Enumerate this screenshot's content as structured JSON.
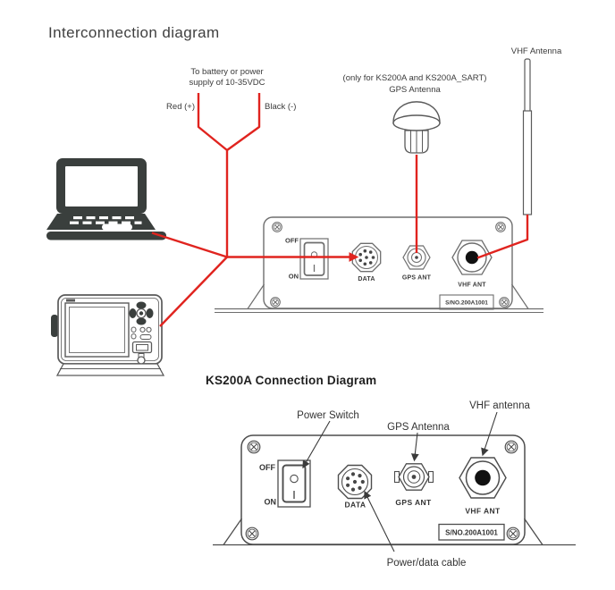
{
  "colors": {
    "wire_red": "#e0241f",
    "diagram_line": "#5a5a5a",
    "panel1_line": "#6e6e6e",
    "panel2_line": "#4d4d4d",
    "device_dark": "#3a3f3d",
    "text_dark": "#3b3b3b"
  },
  "top_diagram": {
    "title": "Interconnection diagram",
    "power_note": [
      "To battery or power",
      "supply of 10-35VDC"
    ],
    "red_wire_label": "Red (+)",
    "black_wire_label": "Black (-)",
    "gps_note": "(only for KS200A and KS200A_SART)",
    "gps_antenna_label": "GPS Antenna",
    "vhf_antenna_label": "VHF Antenna",
    "panel": {
      "off": "OFF",
      "on": "ON",
      "data_port": "DATA",
      "gps_port": "GPS ANT",
      "vhf_port": "VHF ANT",
      "serial": "S/NO.200A1001"
    }
  },
  "bottom_diagram": {
    "title": "KS200A Connection Diagram",
    "power_switch_label": "Power Switch",
    "gps_antenna_label": "GPS Antenna",
    "vhf_antenna_label": "VHF antenna",
    "power_data_cable_label": "Power/data cable",
    "panel": {
      "off": "OFF",
      "on": "ON",
      "data_port": "DATA",
      "gps_port": "GPS ANT",
      "vhf_port": "VHF ANT",
      "serial": "S/NO.200A1001"
    }
  }
}
